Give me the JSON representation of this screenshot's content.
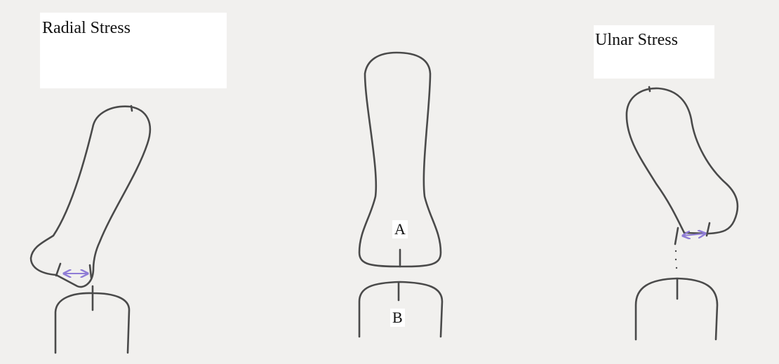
{
  "labels": {
    "left": "Radial Stress",
    "right": "Ulnar Stress",
    "center_upper": "A",
    "center_lower": "B"
  },
  "colors": {
    "background": "#f1f0ee",
    "outline": "#4a4a4a",
    "arrow": "#8f7cd6",
    "label_box": "#ffffff"
  }
}
